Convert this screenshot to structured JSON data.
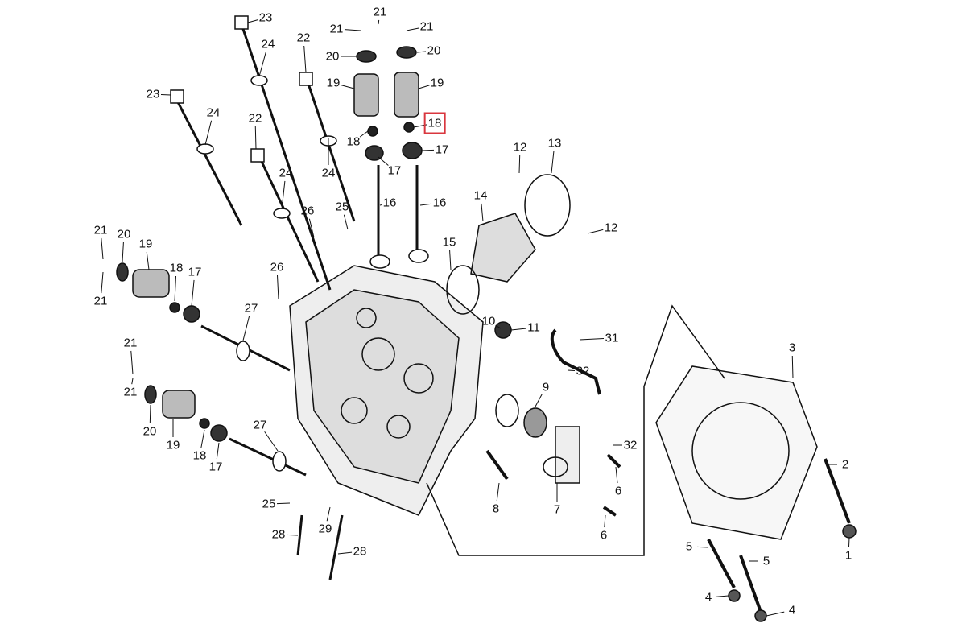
{
  "diagram": {
    "type": "exploded-parts-diagram",
    "highlight_color": "#d9363e",
    "highlighted_callout": "18",
    "callouts": [
      "23",
      "24",
      "22",
      "23",
      "24",
      "22",
      "24",
      "24",
      "21",
      "21",
      "21",
      "20",
      "20",
      "19",
      "19",
      "18",
      "18",
      "17",
      "17",
      "16",
      "16",
      "12",
      "13",
      "14",
      "12",
      "15",
      "25",
      "26",
      "26",
      "21",
      "21",
      "20",
      "19",
      "18",
      "17",
      "27",
      "10",
      "11",
      "31",
      "32",
      "9",
      "32",
      "21",
      "21",
      "20",
      "19",
      "18",
      "17",
      "27",
      "8",
      "7",
      "6",
      "6",
      "25",
      "28",
      "29",
      "28",
      "3",
      "2",
      "1",
      "5",
      "5",
      "4",
      "4"
    ]
  }
}
